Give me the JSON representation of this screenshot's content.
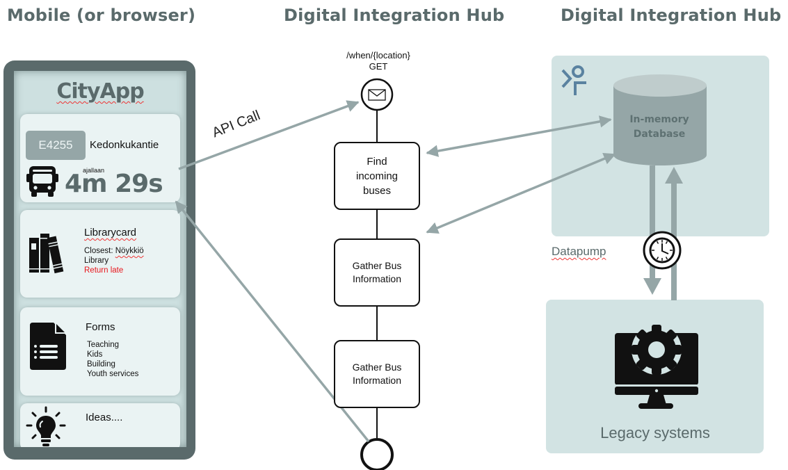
{
  "headers": {
    "mobile": "Mobile (or browser)",
    "hub_flow": "Digital Integration Hub",
    "hub_store": "Digital Integration Hub"
  },
  "phone": {
    "app_title": "CityApp",
    "bus_card": {
      "icon": "bus-icon",
      "route_badge": "E4255",
      "stop_name": "Kedonkukantie",
      "eta_caption": "ajallaan",
      "eta": "4m 29s"
    },
    "library_card": {
      "icon": "books-icon",
      "title": "Librarycard",
      "line1_prefix": "Closest: ",
      "line1_place": "Nöykkiö",
      "line2": "Library",
      "status": "Return late",
      "status_color": "#e8161c"
    },
    "forms_card": {
      "icon": "document-list-icon",
      "title": "Forms",
      "items": [
        "Teaching",
        "Kids",
        "Building",
        "Youth services"
      ]
    },
    "ideas_card": {
      "icon": "lightbulb-icon",
      "title": "Ideas...."
    }
  },
  "flow": {
    "api_call_label": "API Call",
    "start_event": {
      "icon": "envelope-icon",
      "path": "/when/{location}",
      "method": "GET"
    },
    "tasks": [
      {
        "label": "Find incoming buses"
      },
      {
        "label": "Gather Bus Information"
      },
      {
        "label": "Gather Bus Information"
      }
    ],
    "end_event": {
      "icon": "end-event-circle-icon"
    }
  },
  "store": {
    "logo_icon": "hub-logo-icon",
    "database_label_line1": "In-memory",
    "database_label_line2": "Database",
    "datapump_label": "Datapump",
    "timer_icon": "clock-icon",
    "legacy_label": "Legacy systems",
    "legacy_icon": "monitor-gear-icon"
  },
  "colors": {
    "header_text": "#5a6a6b",
    "phone_frame": "#5a6a6b",
    "screen_bg": "#cde0e0",
    "card_bg": "#eaf3f3",
    "panel_bg": "#d2e3e3",
    "arrow": "#95a6a7",
    "logo": "#5a82a0"
  }
}
